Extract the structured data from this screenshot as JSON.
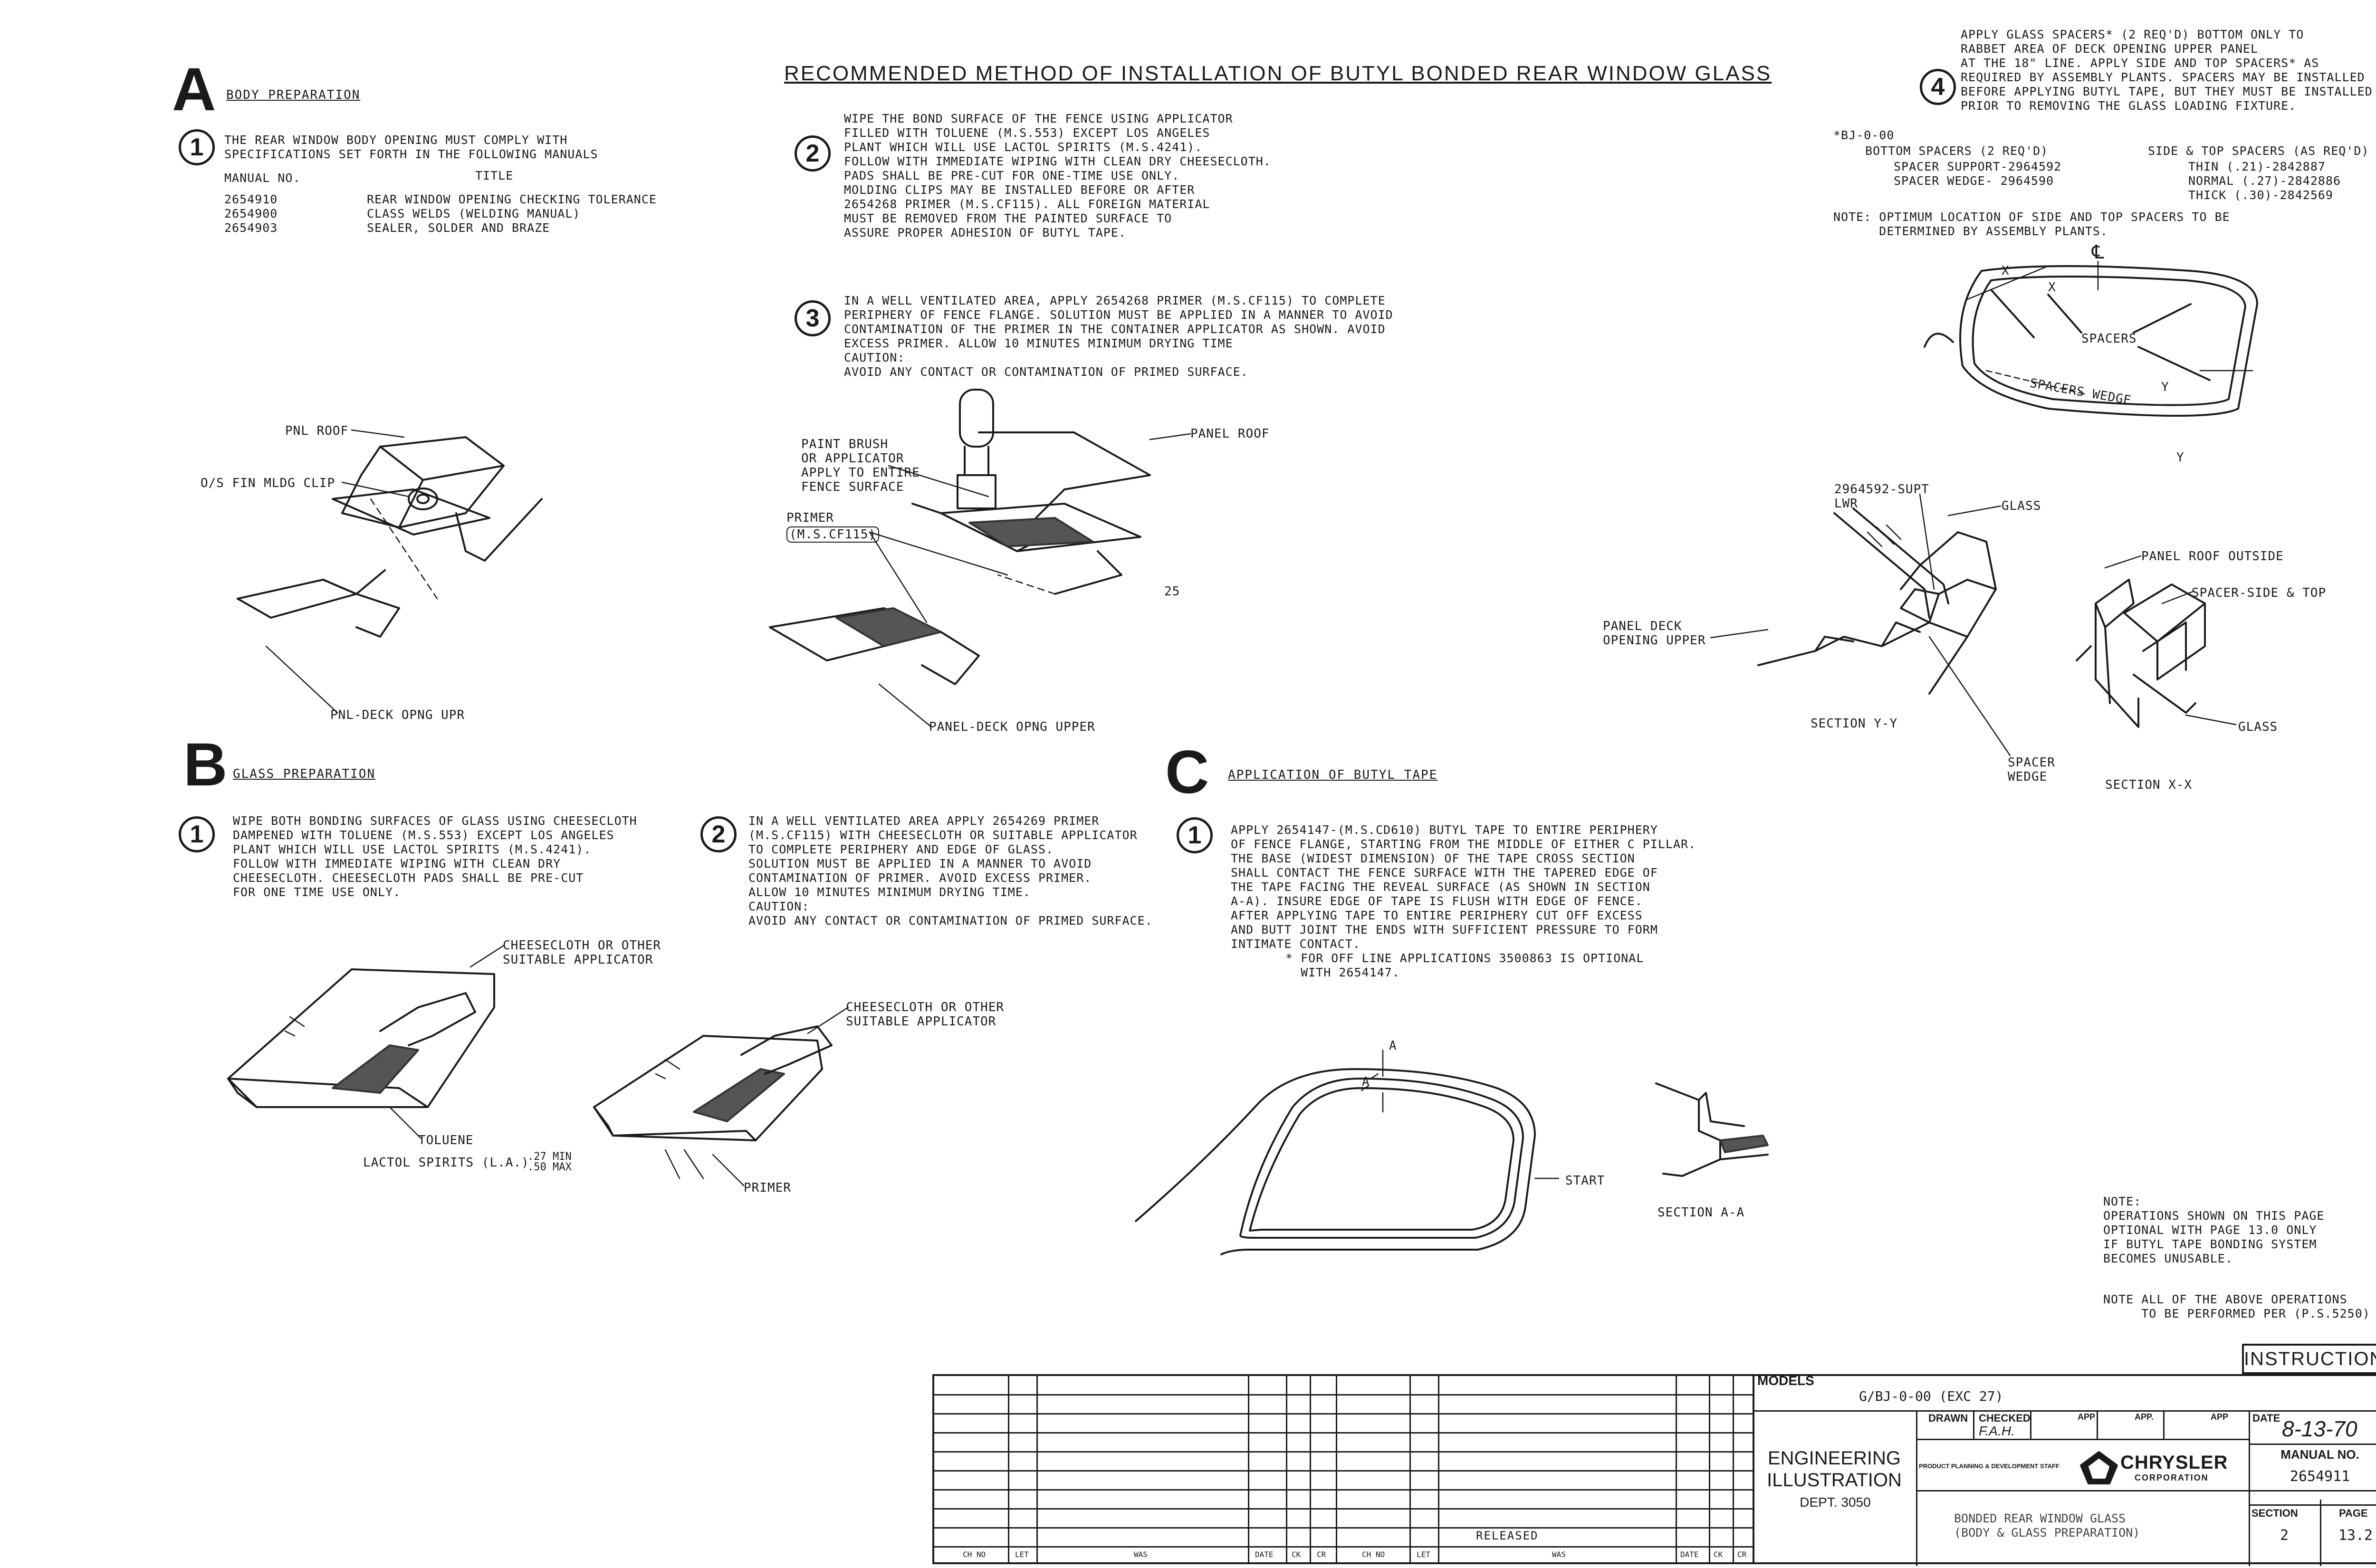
{
  "title": "RECOMMENDED METHOD OF INSTALLATION OF BUTYL BONDED REAR WINDOW GLASS",
  "section_a": {
    "letter": "A",
    "heading": "BODY PREPARATION",
    "step1": {
      "num": "1",
      "text": "THE REAR WINDOW BODY OPENING MUST COMPLY WITH\nSPECIFICATIONS SET FORTH IN THE FOLLOWING MANUALS",
      "col_manual": "MANUAL NO.",
      "col_title": "TITLE",
      "manuals": [
        {
          "no": "2654910",
          "title": "REAR WINDOW OPENING CHECKING TOLERANCE"
        },
        {
          "no": "2654900",
          "title": "CLASS WELDS (WELDING MANUAL)"
        },
        {
          "no": "2654903",
          "title": "SEALER, SOLDER AND BRAZE"
        }
      ]
    },
    "step2": {
      "num": "2",
      "text": "WIPE THE BOND SURFACE OF THE FENCE USING APPLICATOR\nFILLED WITH TOLUENE (M.S.553) EXCEPT LOS ANGELES\nPLANT WHICH WILL USE LACTOL SPIRITS (M.S.4241).\nFOLLOW WITH IMMEDIATE WIPING WITH CLEAN DRY CHEESECLOTH.\nPADS SHALL BE PRE-CUT FOR ONE-TIME USE ONLY.\nMOLDING CLIPS MAY BE INSTALLED BEFORE OR AFTER\n2654268 PRIMER (M.S.CF115). ALL FOREIGN MATERIAL\nMUST BE REMOVED FROM THE PAINTED SURFACE TO\nASSURE PROPER ADHESION OF BUTYL TAPE."
    },
    "step3": {
      "num": "3",
      "text": "IN A WELL VENTILATED AREA, APPLY 2654268 PRIMER (M.S.CF115) TO COMPLETE\nPERIPHERY OF FENCE FLANGE. SOLUTION MUST BE APPLIED IN A MANNER TO AVOID\nCONTAMINATION OF THE PRIMER IN THE CONTAINER APPLICATOR AS SHOWN. AVOID\nEXCESS PRIMER. ALLOW 10 MINUTES MINIMUM DRYING TIME\nCAUTION:\nAVOID ANY CONTACT OR CONTAMINATION OF PRIMED SURFACE."
    },
    "labels": {
      "pnl_roof": "PNL ROOF",
      "os_fin_mldg_clip": "O/S FIN MLDG CLIP",
      "pnl_deck_opng_upr": "PNL-DECK OPNG UPR",
      "paint_brush": "PAINT BRUSH\nOR APPLICATOR\nAPPLY TO ENTIRE\nFENCE SURFACE",
      "panel_roof": "PANEL ROOF",
      "primer": "PRIMER",
      "primer_spec": "(M.S.CF115)",
      "panel_deck_opng_upper": "PANEL-DECK OPNG UPPER",
      "dim_25": "25"
    }
  },
  "step4": {
    "num": "4",
    "text": "APPLY GLASS SPACERS* (2 REQ'D) BOTTOM ONLY TO\nRABBET AREA OF DECK OPENING UPPER PANEL\nAT THE 18\" LINE. APPLY SIDE AND TOP SPACERS* AS\nREQUIRED BY ASSEMBLY PLANTS. SPACERS MAY BE INSTALLED\nBEFORE APPLYING BUTYL TAPE, BUT THEY MUST BE INSTALLED\nPRIOR TO REMOVING THE GLASS LOADING FIXTURE.",
    "model": "*BJ-0-00",
    "bottom_head": "BOTTOM SPACERS (2 REQ'D)",
    "bottom_items": "SPACER SUPPORT-2964592\nSPACER WEDGE- 2964590",
    "side_head": "SIDE & TOP SPACERS (AS REQ'D)",
    "side_items": "THIN (.21)-2842887\nNORMAL (.27)-2842886\nTHICK (.30)-2842569",
    "note": "NOTE: OPTIMUM LOCATION OF SIDE AND TOP SPACERS TO BE\n      DETERMINED BY ASSEMBLY PLANTS.",
    "labels": {
      "spacers": "SPACERS",
      "spacers_wedge": "SPACERS WEDGE",
      "supt_lwr": "2964592-SUPT\nLWR",
      "glass": "GLASS",
      "panel_roof_outside": "PANEL ROOF OUTSIDE",
      "spacer_side_top": "SPACER-SIDE & TOP",
      "panel_deck_opening_upper": "PANEL DECK\nOPENING UPPER",
      "section_yy": "SECTION Y-Y",
      "spacer_wedge": "SPACER\nWEDGE",
      "section_xx": "SECTION X-X",
      "glass2": "GLASS",
      "x": "X",
      "y": "Y",
      "cl": "℄"
    }
  },
  "section_b": {
    "letter": "B",
    "heading": "GLASS PREPARATION",
    "step1": {
      "num": "1",
      "text": "WIPE BOTH BONDING SURFACES OF GLASS USING CHEESECLOTH\nDAMPENED WITH TOLUENE (M.S.553) EXCEPT LOS ANGELES\nPLANT WHICH WILL USE LACTOL SPIRITS (M.S.4241).\nFOLLOW WITH IMMEDIATE WIPING WITH CLEAN DRY\nCHEESECLOTH. CHEESECLOTH PADS SHALL BE PRE-CUT\nFOR ONE TIME USE ONLY."
    },
    "step2": {
      "num": "2",
      "text": "IN A WELL VENTILATED AREA APPLY 2654269 PRIMER\n(M.S.CF115) WITH CHEESECLOTH OR SUITABLE APPLICATOR\nTO COMPLETE PERIPHERY AND EDGE OF GLASS.\nSOLUTION MUST BE APPLIED IN A MANNER TO AVOID\nCONTAMINATION OF PRIMER. AVOID EXCESS PRIMER.\nALLOW 10 MINUTES MINIMUM DRYING TIME.\nCAUTION:\nAVOID ANY CONTACT OR CONTAMINATION OF PRIMED SURFACE."
    },
    "labels": {
      "cheesecloth1": "CHEESECLOTH OR OTHER\nSUITABLE APPLICATOR",
      "toluene": "TOLUENE",
      "lactol": "LACTOL SPIRITS (L.A.)",
      "dim": ".27 MIN\n.50 MAX",
      "cheesecloth2": "CHEESECLOTH OR OTHER\nSUITABLE APPLICATOR",
      "primer": "PRIMER"
    }
  },
  "section_c": {
    "letter": "C",
    "heading": "APPLICATION OF BUTYL TAPE",
    "step1": {
      "num": "1",
      "text": "APPLY 2654147-(M.S.CD610) BUTYL TAPE TO ENTIRE PERIPHERY\nOF FENCE FLANGE, STARTING FROM THE MIDDLE OF EITHER C PILLAR.\nTHE BASE (WIDEST DIMENSION) OF THE TAPE CROSS SECTION\nSHALL CONTACT THE FENCE SURFACE WITH THE TAPERED EDGE OF\nTHE TAPE FACING THE REVEAL SURFACE (AS SHOWN IN SECTION\nA-A). INSURE EDGE OF TAPE IS FLUSH WITH EDGE OF FENCE.\nAFTER APPLYING TAPE TO ENTIRE PERIPHERY CUT OFF EXCESS\nAND BUTT JOINT THE ENDS WITH SUFFICIENT PRESSURE TO FORM\nINTIMATE CONTACT."
    },
    "footnote": "* FOR OFF LINE APPLICATIONS 3500863 IS OPTIONAL\n  WITH 2654147.",
    "labels": {
      "a1": "A",
      "a2": "A",
      "start": "START",
      "section_aa": "SECTION A-A"
    }
  },
  "notes": {
    "note1": "NOTE:\nOPERATIONS SHOWN ON THIS PAGE\nOPTIONAL WITH PAGE 13.0 ONLY\nIF BUTYL TAPE BONDING SYSTEM\nBECOMES UNUSABLE.",
    "note2": "NOTE ALL OF THE ABOVE OPERATIONS\n     TO BE PERFORMED PER (P.S.5250)"
  },
  "title_block": {
    "instructions": "INSTRUCTIONS",
    "models_label": "MODELS",
    "models_value": "G/BJ-0-00 (EXC 27)",
    "drawn": "DRAWN",
    "checked": "CHECKED",
    "app1": "APP",
    "app2": "APP.",
    "app3": "APP",
    "checked_by": "F.A.H.",
    "date_label": "DATE",
    "date_value": "8-13-70",
    "eng_illus": "ENGINEERING\nILLUSTRATION",
    "dept": "DEPT. 3050",
    "ppd_staff": "PRODUCT PLANNING & DEVELOPMENT STAFF",
    "chrysler": "CHRYSLER",
    "corporation": "CORPORATION",
    "manual_no_label": "MANUAL NO.",
    "manual_no_value": "2654911",
    "desc": "BONDED REAR WINDOW GLASS\n(BODY & GLASS PREPARATION)",
    "section_label": "SECTION",
    "section_value": "2",
    "page_label": "PAGE",
    "page_value": "13.2",
    "released": "RELEASED",
    "rev_cols": [
      "CH NO",
      "LET",
      "WAS",
      "DATE",
      "CK",
      "CR",
      "CH NO",
      "LET",
      "WAS",
      "DATE",
      "CK",
      "CR"
    ]
  }
}
